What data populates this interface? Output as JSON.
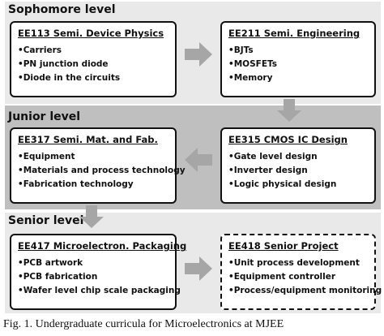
{
  "levels": {
    "sophomore": "Sophomore level",
    "junior": "Junior level",
    "senior": "Senior level"
  },
  "courses": {
    "ee113": {
      "title": "EE113 Semi. Device Physics",
      "items": [
        "•Carriers",
        "•PN junction diode",
        "•Diode in the circuits"
      ]
    },
    "ee211": {
      "title": "EE211 Semi. Engineering",
      "items": [
        "•BJTs",
        "•MOSFETs",
        "•Memory"
      ]
    },
    "ee317": {
      "title": "EE317 Semi. Mat. and Fab.",
      "items": [
        "•Equipment",
        "•Materials and process technology",
        "•Fabrication technology"
      ]
    },
    "ee315": {
      "title": "EE315 CMOS IC  Design",
      "items": [
        "•Gate level design",
        "•Inverter design",
        "•Logic physical design"
      ]
    },
    "ee417": {
      "title": "EE417 Microelectron. Packaging",
      "items": [
        "•PCB artwork",
        "•PCB fabrication",
        "•Wafer level chip scale packaging"
      ]
    },
    "ee418": {
      "title": "EE418 Senior Project",
      "items": [
        "•Unit process development",
        "•Equipment controller",
        "•Process/equipment monitoring"
      ]
    }
  },
  "caption": "Fig. 1.   Undergraduate curricula for Microelectronics at MJEE",
  "colors": {
    "band_light": "#e9e9e9",
    "band_dark": "#bfbfbf",
    "arrow": "#a6a6a6"
  }
}
